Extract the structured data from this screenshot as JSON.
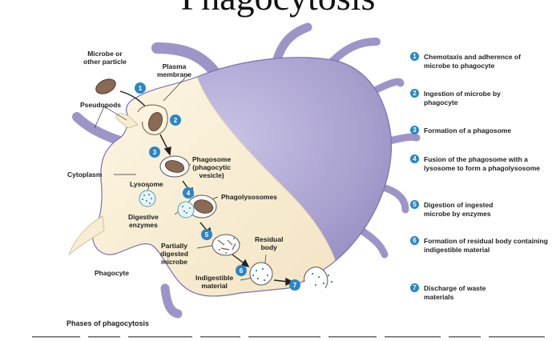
{
  "title": "Phagocytosis",
  "labels": {
    "microbe": "Microbe or\nother particle",
    "plasma_membrane": "Plasma\nmembrane",
    "pseudopods": "Pseudopods",
    "cytoplasm": "Cytoplasm",
    "lysosome": "Lysosome",
    "phagosome": "Phagosome\n(phagocytic\nvesicle)",
    "digestive_enzymes": "Digestive\nenzymes",
    "phagolysosomes": "Phagolysosomes",
    "partially_digested": "Partially\ndigested\nmicrobe",
    "residual_body": "Residual\nbody",
    "phagocyte": "Phagocyte",
    "indigestible": "Indigestible\nmaterial"
  },
  "phases_caption": "Phases of phagocytosis",
  "step_numbers": [
    "1",
    "2",
    "3",
    "4",
    "5",
    "6",
    "7"
  ],
  "steps": [
    {
      "num": "1",
      "text": "Chemotaxis and adherence of microbe to phagocyte"
    },
    {
      "num": "2",
      "text": "Ingestion of microbe by phagocyte"
    },
    {
      "num": "3",
      "text": "Formation of a phagosome"
    },
    {
      "num": "4",
      "text": "Fusion of the phagosome with a lysosome to form a phagolysosome"
    },
    {
      "num": "5",
      "text": "Digestion of ingested microbe by enzymes"
    },
    {
      "num": "6",
      "text": "Formation of residual body containing indigestible material"
    },
    {
      "num": "7",
      "text": "Discharge of waste materials"
    }
  ],
  "colors": {
    "cytoplasm": "#fbf1da",
    "cell_surface": "#a79fcd",
    "badge": "#2a86c6",
    "microbe": "#8a6a55"
  }
}
